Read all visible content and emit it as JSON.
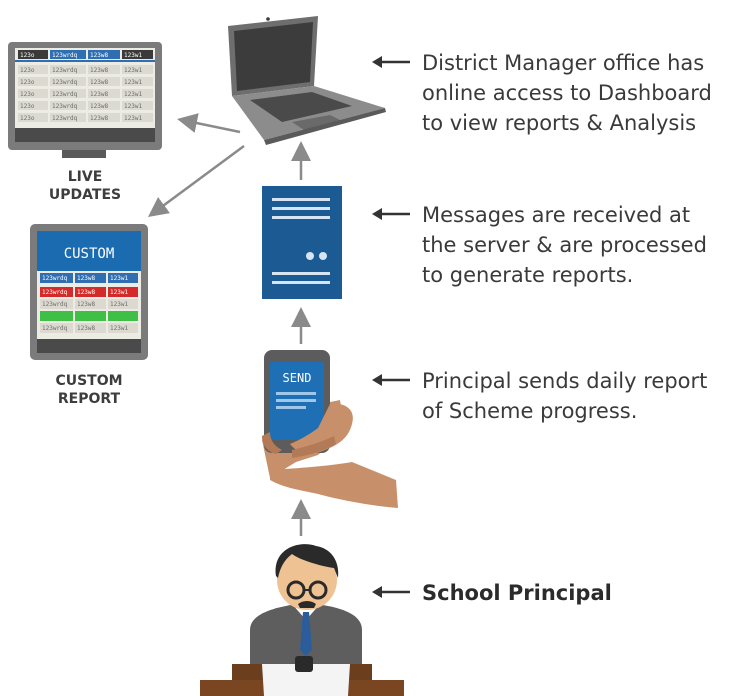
{
  "steps": {
    "dashboard": "District Manager office has\nonline access to Dashboard\nto view reports & Analysis",
    "server": "Messages are received at\nthe server & are processed\nto generate reports.",
    "phone": "Principal sends daily report\nof Scheme progress.",
    "principal": "School Principal"
  },
  "labels": {
    "live_updates": "LIVE\nUPDATES",
    "custom_report": "CUSTOM\nREPORT"
  },
  "monitor_table": {
    "header": [
      "123o",
      "123wrdq",
      "123w8",
      "123w1"
    ],
    "rows": [
      [
        "123o",
        "123wrdq",
        "123w8",
        "123w1"
      ],
      [
        "123o",
        "123wrdq",
        "123w8",
        "123w1"
      ],
      [
        "123o",
        "123wrdq",
        "123w8",
        "123w1"
      ],
      [
        "123o",
        "123wrdq",
        "123w8",
        "123w1"
      ],
      [
        "123o",
        "123wrdq",
        "123w8",
        "123w1"
      ]
    ]
  },
  "tablet": {
    "title": "CUSTOM",
    "header": [
      "123wrdq",
      "123w8",
      "123w1"
    ],
    "rows": [
      [
        "123wrdq",
        "123w8",
        "123w1"
      ],
      [
        "123wrdq",
        "123w8",
        "123w1"
      ],
      [
        "",
        "",
        ""
      ],
      [
        "123wrdq",
        "123w8",
        "123w1"
      ]
    ]
  },
  "phone_screen": {
    "label": "SEND"
  },
  "colors": {
    "server_blue": "#1b5a93",
    "text_gray": "#3a3a3a",
    "arrow_gray": "#8a8a8a",
    "tablet_blue": "#1a6bb0",
    "row_red": "#d42a2a",
    "row_green": "#3fbf45"
  }
}
